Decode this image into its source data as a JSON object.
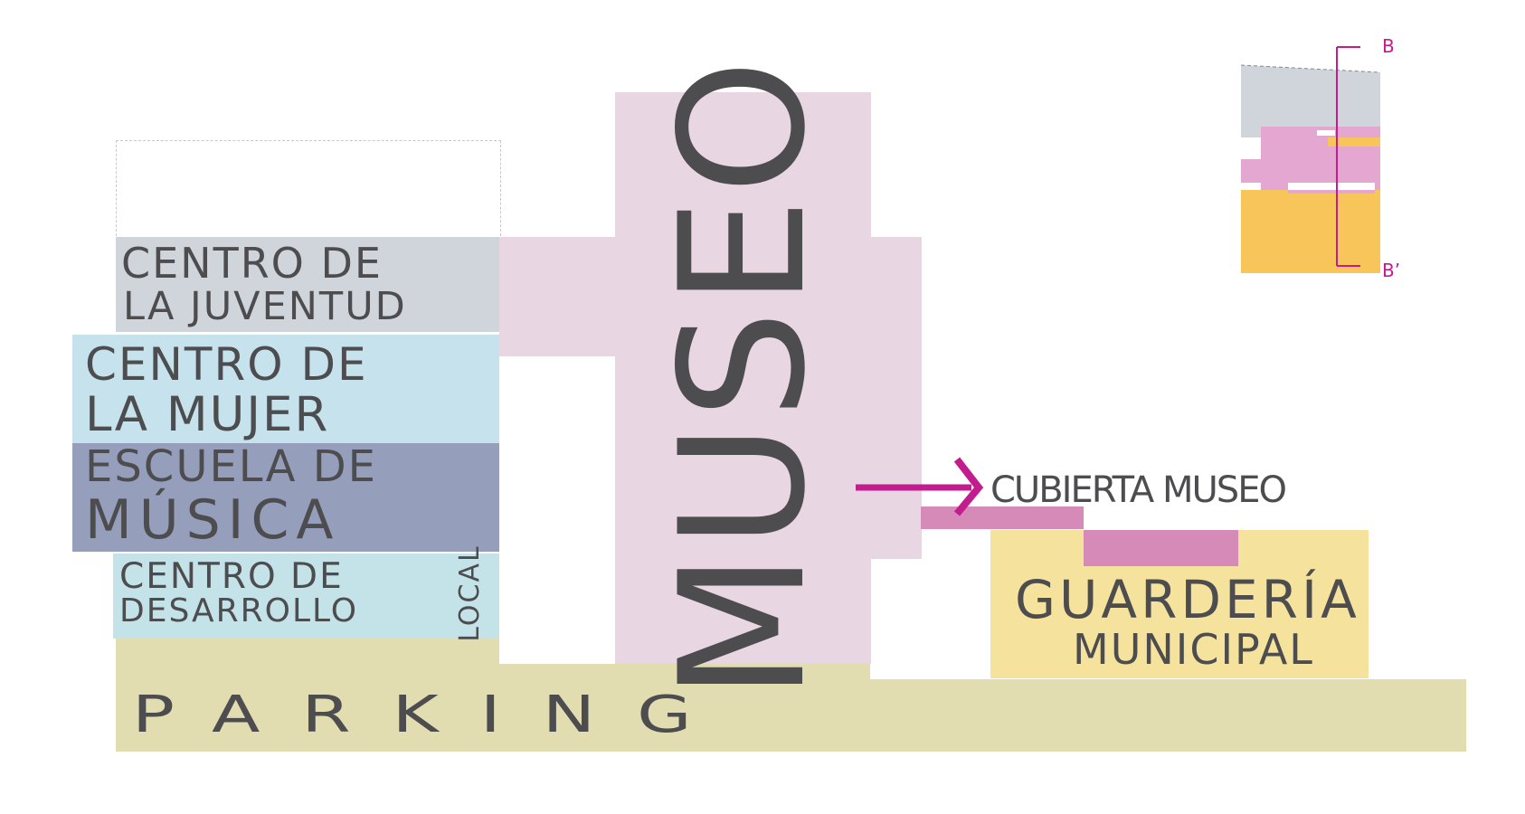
{
  "labels": {
    "juventud_1": "CENTRO DE",
    "juventud_2": "LA JUVENTUD",
    "mujer_1": "CENTRO DE",
    "mujer_2": "LA MUJER",
    "musica_1": "ESCUELA DE",
    "musica_2": "MÚSICA",
    "desarrollo_1": "CENTRO DE",
    "desarrollo_2": "DESARROLLO",
    "desarrollo_3": "LOCAL",
    "museo": "MUSEO",
    "cubierta": "CUBIERTA MUSEO",
    "guarderia_1": "GUARDERÍA",
    "guarderia_2": "MUNICIPAL",
    "parking": "PARKING"
  },
  "key_plan": {
    "section_start": "B",
    "section_end": "B’"
  },
  "colors": {
    "juventud": "#d0d5dc",
    "mujer": "#c6e2ec",
    "musica": "#959fbc",
    "desarrollo": "#c4e3e8",
    "museo": "#e9d6e3",
    "cubierta": "#d58ab8",
    "guarderia": "#f5e39d",
    "parking": "#e2ddb0",
    "arrow": "#c21c8e",
    "text": "#4d4d4f"
  }
}
